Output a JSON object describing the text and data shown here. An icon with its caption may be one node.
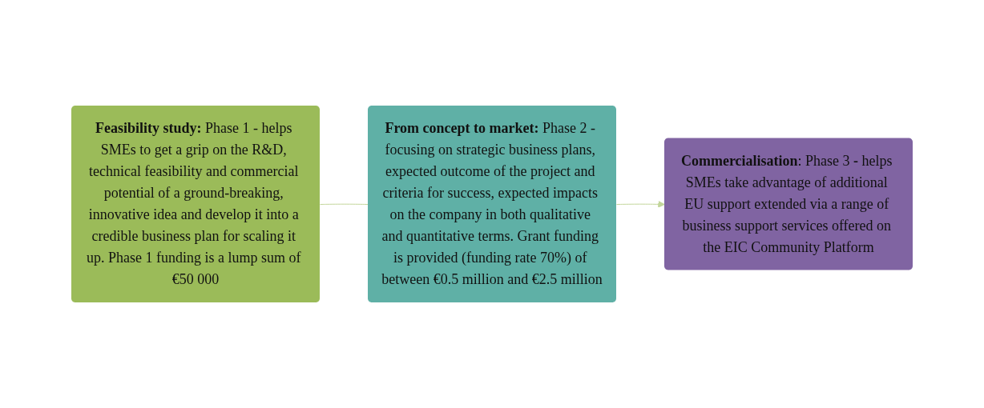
{
  "diagram": {
    "nodes": [
      {
        "text": [
          "**Feasibility study:** Phase 1 - helps SMEs to get a grip on the R&D, technical feasibility and commercial potential of a ground-breaking, innovative idea and develop it into a credible business plan for scaling it up. Phase 1 funding is a lump sum of €50 000"
        ]
      },
      {
        "text": [
          "**From concept to market:** Phase 2 - focusing on strategic business plans, expected outcome of the project and criteria for success, expected impacts on the company in both qualitative and quantitative terms. Grant funding is provided (funding rate 70%) of between €0.5 million and €2.5 million"
        ]
      },
      {
        "text": [
          "**Commercialisation**: Phase 3 **-** helps SMEs take advantage of additional EU support extended via a range of business support services offered on the EIC Community Platform"
        ]
      }
    ],
    "edges": [
      {
        "from": 0,
        "to": 1,
        "arrow": "none",
        "color": "#c3d69b"
      },
      {
        "from": 1,
        "to": 2,
        "arrow": "to",
        "color": "#c3d69b"
      }
    ]
  }
}
